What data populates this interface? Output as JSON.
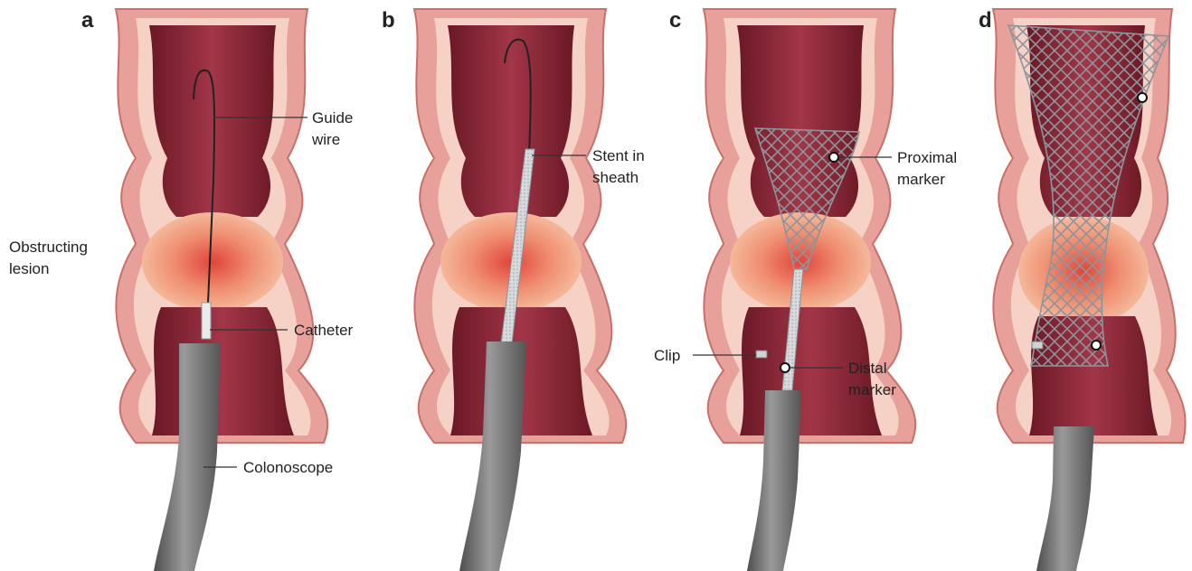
{
  "figure": {
    "panels": [
      {
        "letter": "a",
        "labels": [
          {
            "key": "guide_wire",
            "lines": [
              "Guide",
              "wire"
            ]
          },
          {
            "key": "obstructing_lesion",
            "lines": [
              "Obstructing",
              "lesion"
            ]
          },
          {
            "key": "catheter",
            "lines": [
              "Catheter"
            ]
          },
          {
            "key": "colonoscope",
            "lines": [
              "Colonoscope"
            ]
          }
        ]
      },
      {
        "letter": "b",
        "labels": [
          {
            "key": "stent_in_sheath",
            "lines": [
              "Stent in",
              "sheath"
            ]
          }
        ]
      },
      {
        "letter": "c",
        "labels": [
          {
            "key": "proximal_marker",
            "lines": [
              "Proximal",
              "marker"
            ]
          },
          {
            "key": "clip",
            "lines": [
              "Clip"
            ]
          },
          {
            "key": "distal_marker",
            "lines": [
              "Distal",
              "marker"
            ]
          }
        ]
      },
      {
        "letter": "d",
        "labels": []
      }
    ],
    "colors": {
      "wall_outer": "#e8a09a",
      "wall_inner": "#f6d2c6",
      "lumen_dark": "#7a1f2c",
      "lumen_mid": "#9a3040",
      "lesion": "#f0a588",
      "lesion_core": "#e0453a",
      "scope": "#6e6e6e",
      "stent": "#9aa0a6",
      "leader": "#333333"
    }
  }
}
